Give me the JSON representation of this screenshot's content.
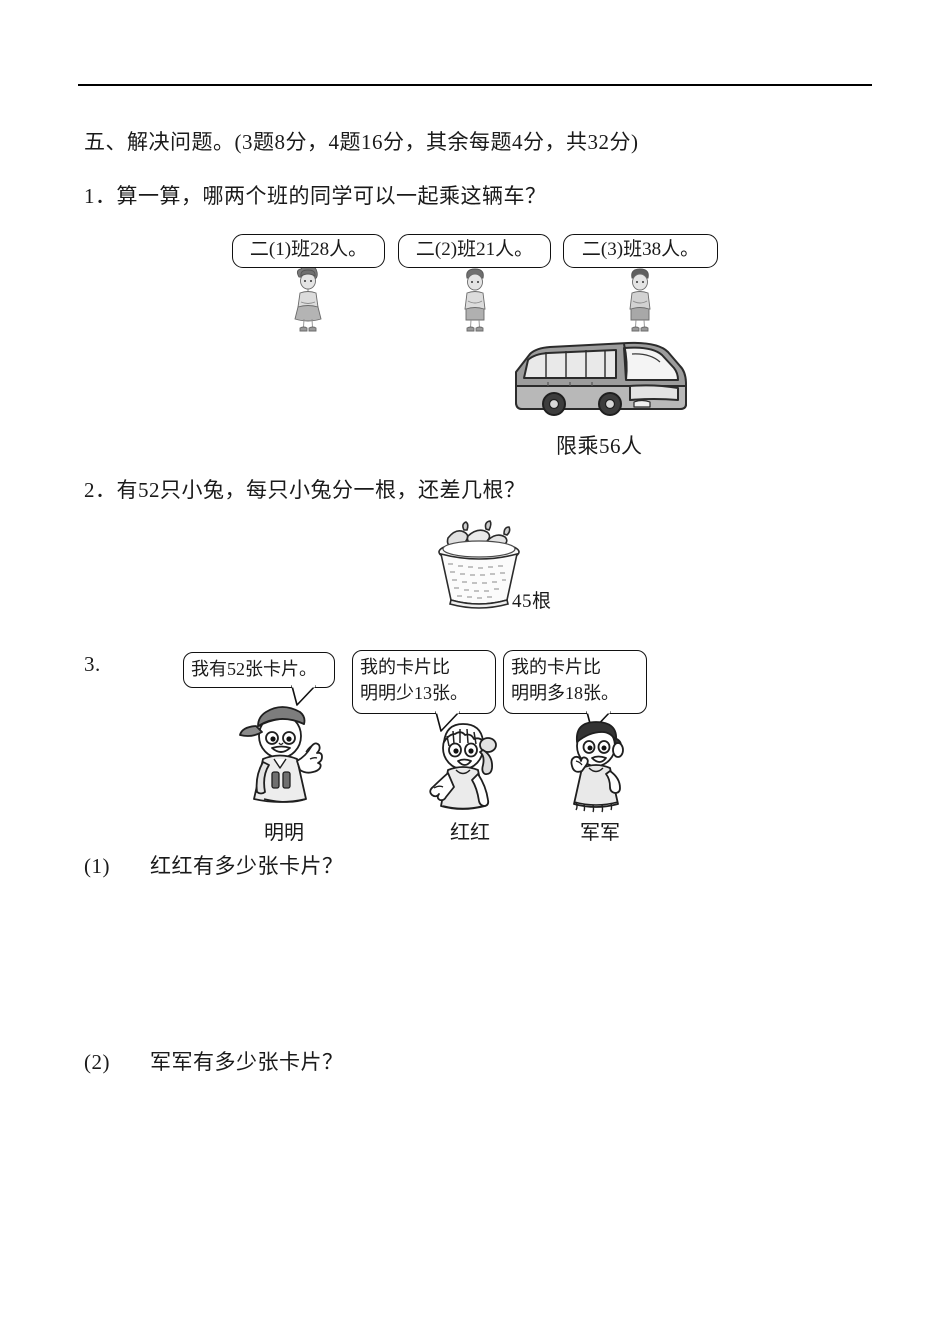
{
  "page": {
    "section_heading": "五、解决问题。(3题8分，4题16分，其余每题4分，共32分)"
  },
  "problem1": {
    "number_text": "1．算一算，哪两个班的同学可以一起乘这辆车？",
    "class_labels": [
      "二(1)班28人。",
      "二(2)班21人。",
      "二(3)班38人。"
    ],
    "bus_caption": "限乘56人",
    "figure_names": [
      "girl-pupil-figure",
      "boy-pupil-figure",
      "boy-pupil-figure"
    ]
  },
  "problem2": {
    "number_text": "2．有52只小兔，每只小兔分一根，还差几根？",
    "basket_caption": "45根",
    "figure_name": "carrot-basket-illustration"
  },
  "problem3": {
    "number_text": "3.",
    "bubbles": [
      "我有52张卡片。",
      "我的卡片比\n明明少13张。",
      "我的卡片比\n明明多18张。"
    ],
    "names": [
      "明明",
      "红红",
      "军军"
    ],
    "sub_questions": [
      {
        "label": "(1)",
        "text": "红红有多少张卡片？"
      },
      {
        "label": "(2)",
        "text": "军军有多少张卡片？"
      }
    ]
  },
  "colors": {
    "ink": "#1a1a1a",
    "rule": "#000000",
    "figure_gray": "#9a9a9a",
    "figure_dark": "#4d4d4d",
    "paper": "#ffffff"
  }
}
